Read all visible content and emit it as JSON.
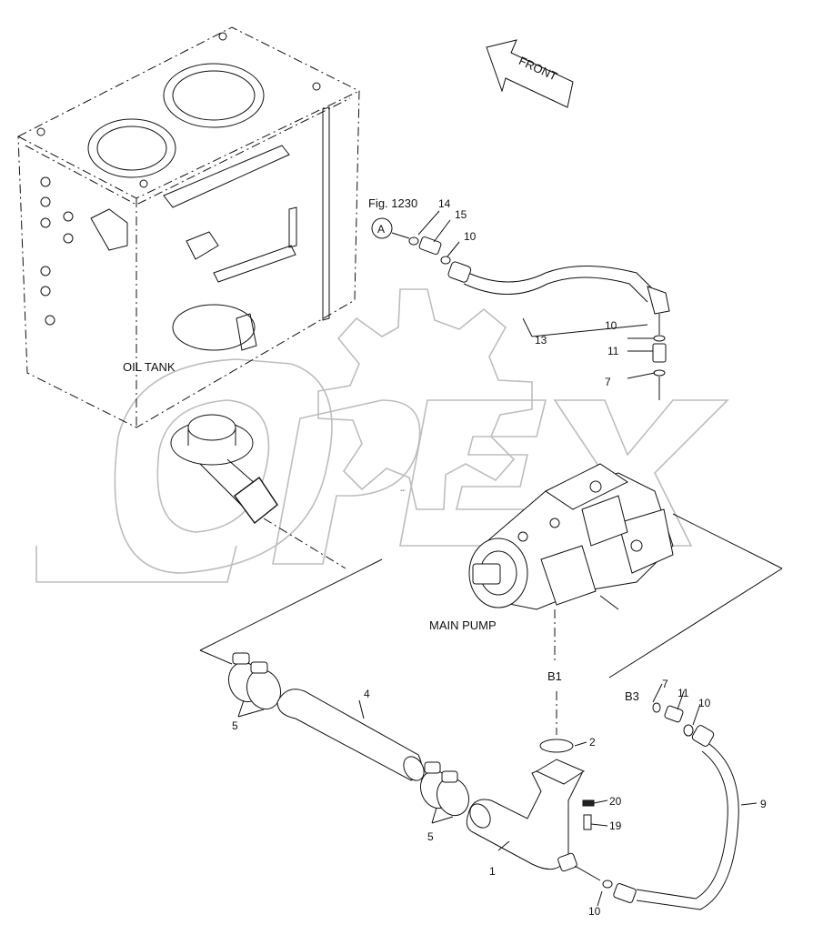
{
  "diagram": {
    "front_label": "FRONT",
    "fig_ref": "Fig. 1230",
    "ref_marker": "A",
    "oil_tank_label": "OIL TANK",
    "main_pump_label": "MAIN PUMP",
    "watermark": "OPEX",
    "ports": {
      "b1": "B1",
      "b3": "B3"
    },
    "callouts": {
      "c14": "14",
      "c15": "15",
      "c10a": "10",
      "c13": "13",
      "c10b": "10",
      "c11a": "11",
      "c7a": "7",
      "c4": "4",
      "c5a": "5",
      "c5b": "5",
      "c2": "2",
      "c20": "20",
      "c19": "19",
      "c1": "1",
      "c7b": "7",
      "c11b": "11",
      "c10c": "10",
      "c9": "9",
      "c10d": "10"
    }
  }
}
